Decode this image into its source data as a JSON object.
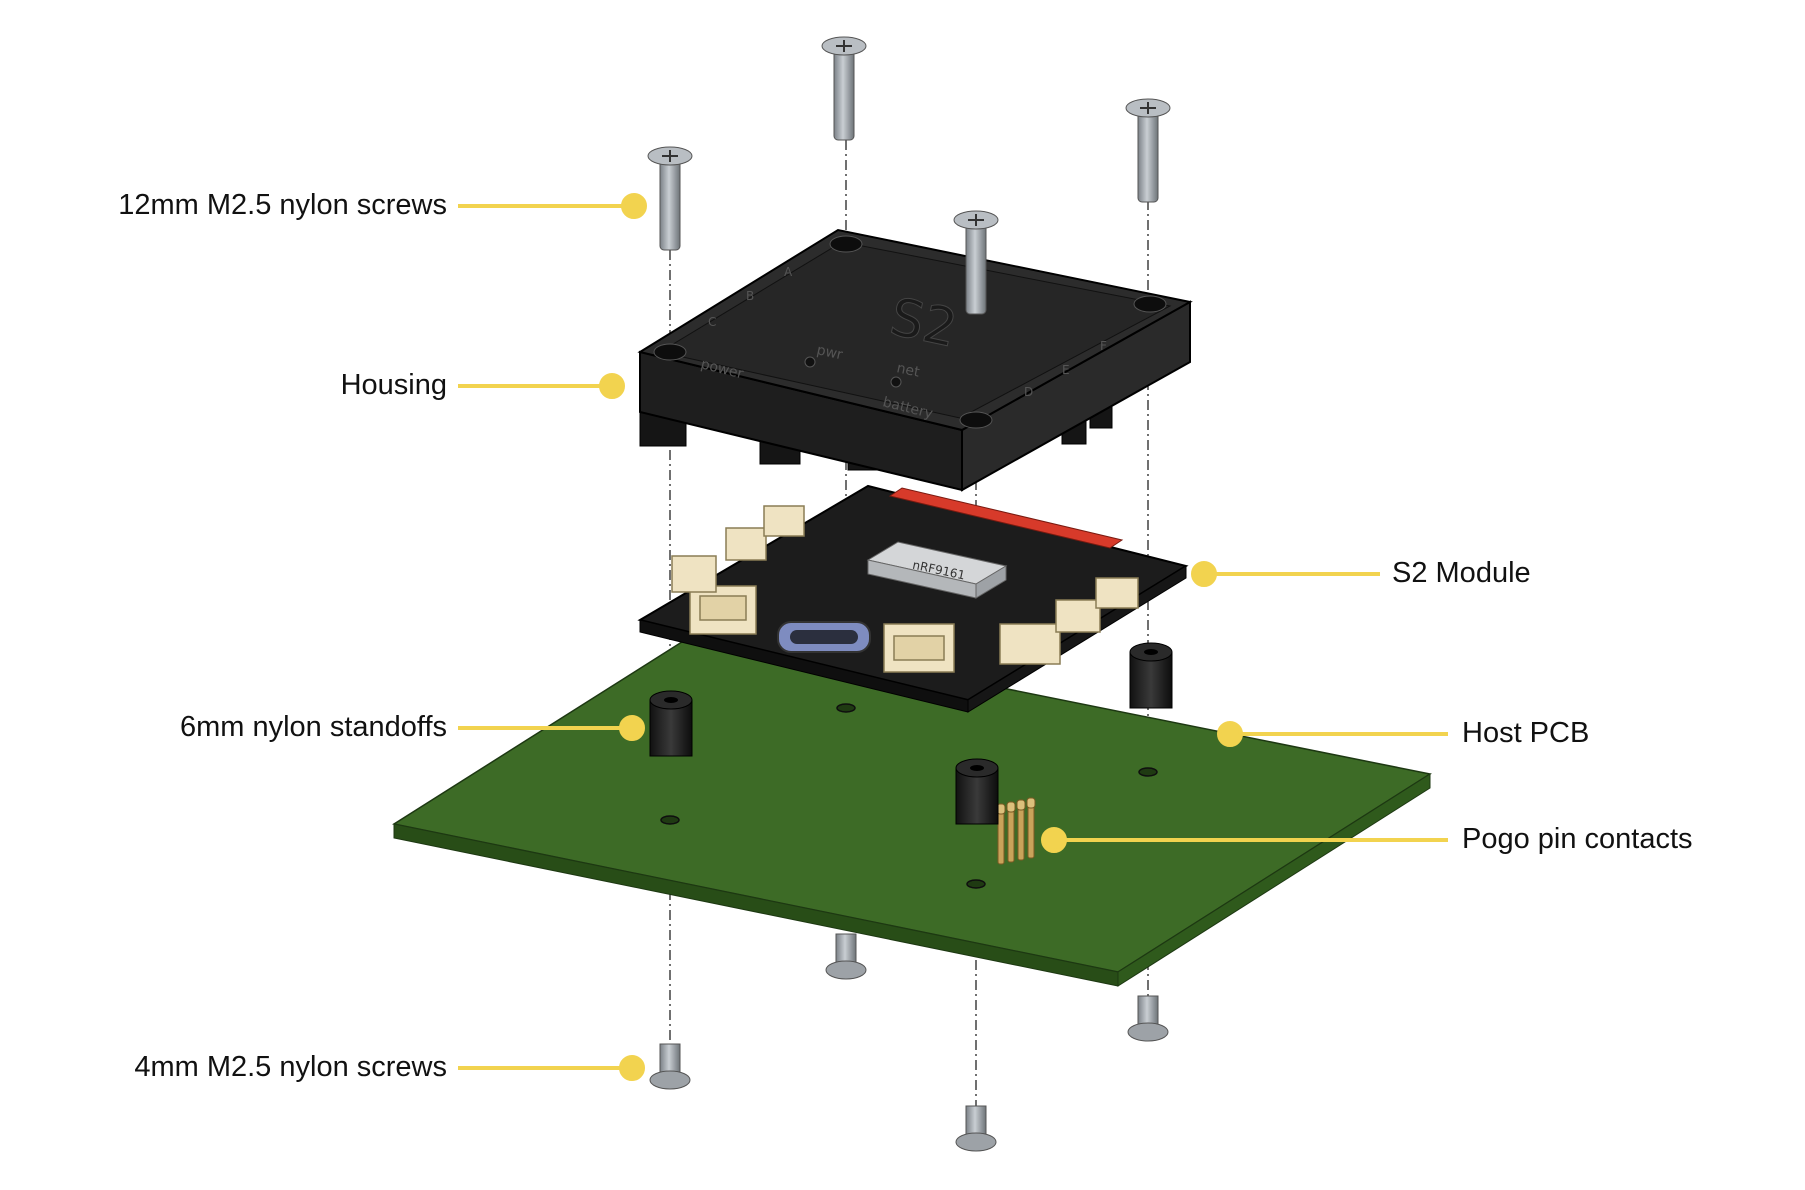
{
  "callouts": {
    "screws_12mm": "12mm M2.5 nylon screws",
    "housing": "Housing",
    "standoffs": "6mm nylon standoffs",
    "screws_4mm": "4mm M2.5 nylon screws",
    "s2_module": "S2 Module",
    "host_pcb": "Host PCB",
    "pogo_pins": "Pogo pin contacts"
  },
  "housing_markings": {
    "logo": "S2",
    "pwr": "pwr",
    "net": "net",
    "power": "power",
    "battery": "battery",
    "letters": [
      "A",
      "B",
      "C",
      "D",
      "E",
      "F"
    ]
  },
  "module_markings": {
    "chip": "nRF9161"
  },
  "colors": {
    "callout": "#f2d34f",
    "housing": "#222222",
    "module_board": "#1c1c1c",
    "host_pcb": "#3d6b26",
    "connector": "#efe3c2",
    "screw": "#a9aeb3",
    "dash_line": "#333333",
    "red_strip": "#d73a2a",
    "pogo": "#c9a35a"
  }
}
